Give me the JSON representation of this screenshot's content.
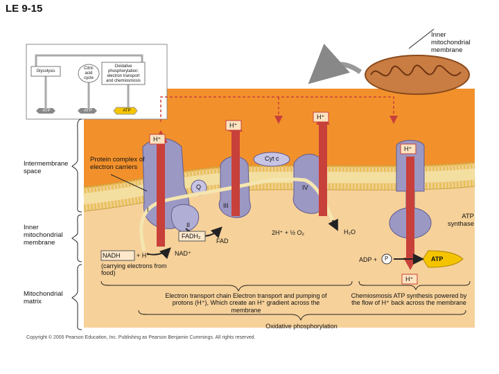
{
  "title": "LE 9-15",
  "labels": {
    "inner_membrane_top": "Inner mitochondrial membrane",
    "intermembrane_space": "Intermembrane space",
    "inner_membrane_left": "Inner mitochondrial membrane",
    "matrix": "Mitochondrial matrix",
    "protein_complex": "Protein complex of electron carriers",
    "cyt_c": "Cyt c",
    "q": "Q",
    "complex_i": "I",
    "complex_ii": "II",
    "complex_iii": "III",
    "complex_iv": "IV",
    "atp_synthase": "ATP synthase",
    "fadh2": "FADH₂",
    "fad": "FAD",
    "nadh": "NADH",
    "plus_h": "+ H⁺",
    "nad": "NAD⁺",
    "carrying": "(carrying electrons from food)",
    "oxygen_eq": "2H⁺ + ½ O₂",
    "h2o": "H₂O",
    "adp": "ADP +",
    "p_circle": "P",
    "atp_main": "ATP",
    "h_plus": "H⁺"
  },
  "inset": {
    "glycolysis": "Glycolysis",
    "citric": "Citric acid cycle",
    "oxphos": "Oxidative phosphorylation: electron transport and chemiosmosis",
    "atp": "ATP"
  },
  "captions": {
    "etc": "Electron transport chain Electron transport and pumping of protons (H⁺), Which create an H⁺ gradient across the membrane",
    "chemi": "Chemiosmosis ATP synthesis powered by the flow of H⁺ back across the membrane",
    "oxphos": "Oxidative phosphorylation"
  },
  "copyright": "Copyright © 2005 Pearson Education, Inc. Publishing as Pearson Benjamin Cummings. All rights reserved.",
  "colors": {
    "intermembrane": "#f2912c",
    "matrix": "#f6d19a",
    "membrane": "#e6c25e",
    "protein": "#9c98c4",
    "arrow": "#c8403a"
  }
}
